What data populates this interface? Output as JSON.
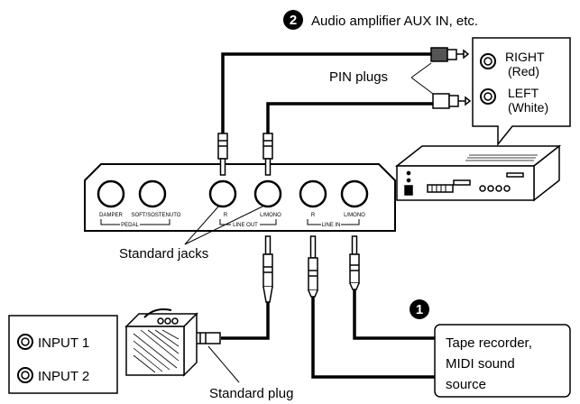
{
  "callouts": {
    "two": {
      "number": "2",
      "label": "Audio amplifier AUX IN, etc."
    },
    "one": {
      "number": "1"
    }
  },
  "labels": {
    "pin_plugs": "PIN plugs",
    "standard_jacks": "Standard jacks",
    "standard_plug": "Standard plug"
  },
  "aux_box": {
    "right_line1": "RIGHT",
    "right_line2": "(Red)",
    "left_line1": "LEFT",
    "left_line2": "(White)"
  },
  "panel": {
    "damper": "DAMPER",
    "soft": "SOFT/SOSTENUTO",
    "pedal": "PEDAL",
    "out_r": "R",
    "out_l": "L/MONO",
    "line_out": "LINE OUT",
    "in_r": "R",
    "in_l": "L/MONO",
    "line_in": "LINE IN"
  },
  "amp_box": {
    "input1": "INPUT 1",
    "input2": "INPUT 2"
  },
  "source_box": {
    "line1": "Tape recorder,",
    "line2": "MIDI sound",
    "line3": "source"
  }
}
